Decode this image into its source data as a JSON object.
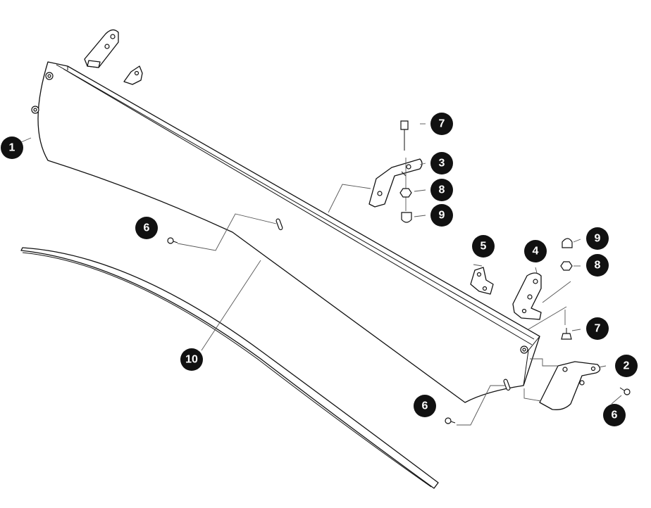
{
  "callouts": [
    {
      "id": "c1",
      "label": "1"
    },
    {
      "id": "c2",
      "label": "2"
    },
    {
      "id": "c3",
      "label": "3"
    },
    {
      "id": "c4",
      "label": "4"
    },
    {
      "id": "c5",
      "label": "5"
    },
    {
      "id": "c6a",
      "label": "6"
    },
    {
      "id": "c6b",
      "label": "6"
    },
    {
      "id": "c6c",
      "label": "6"
    },
    {
      "id": "c7a",
      "label": "7"
    },
    {
      "id": "c7b",
      "label": "7"
    },
    {
      "id": "c8a",
      "label": "8"
    },
    {
      "id": "c8b",
      "label": "8"
    },
    {
      "id": "c9a",
      "label": "9"
    },
    {
      "id": "c9b",
      "label": "9"
    },
    {
      "id": "c10",
      "label": "10"
    }
  ],
  "colors": {
    "line": "#111111",
    "callout_fill": "#111111",
    "callout_text": "#ffffff",
    "background": "#ffffff"
  }
}
